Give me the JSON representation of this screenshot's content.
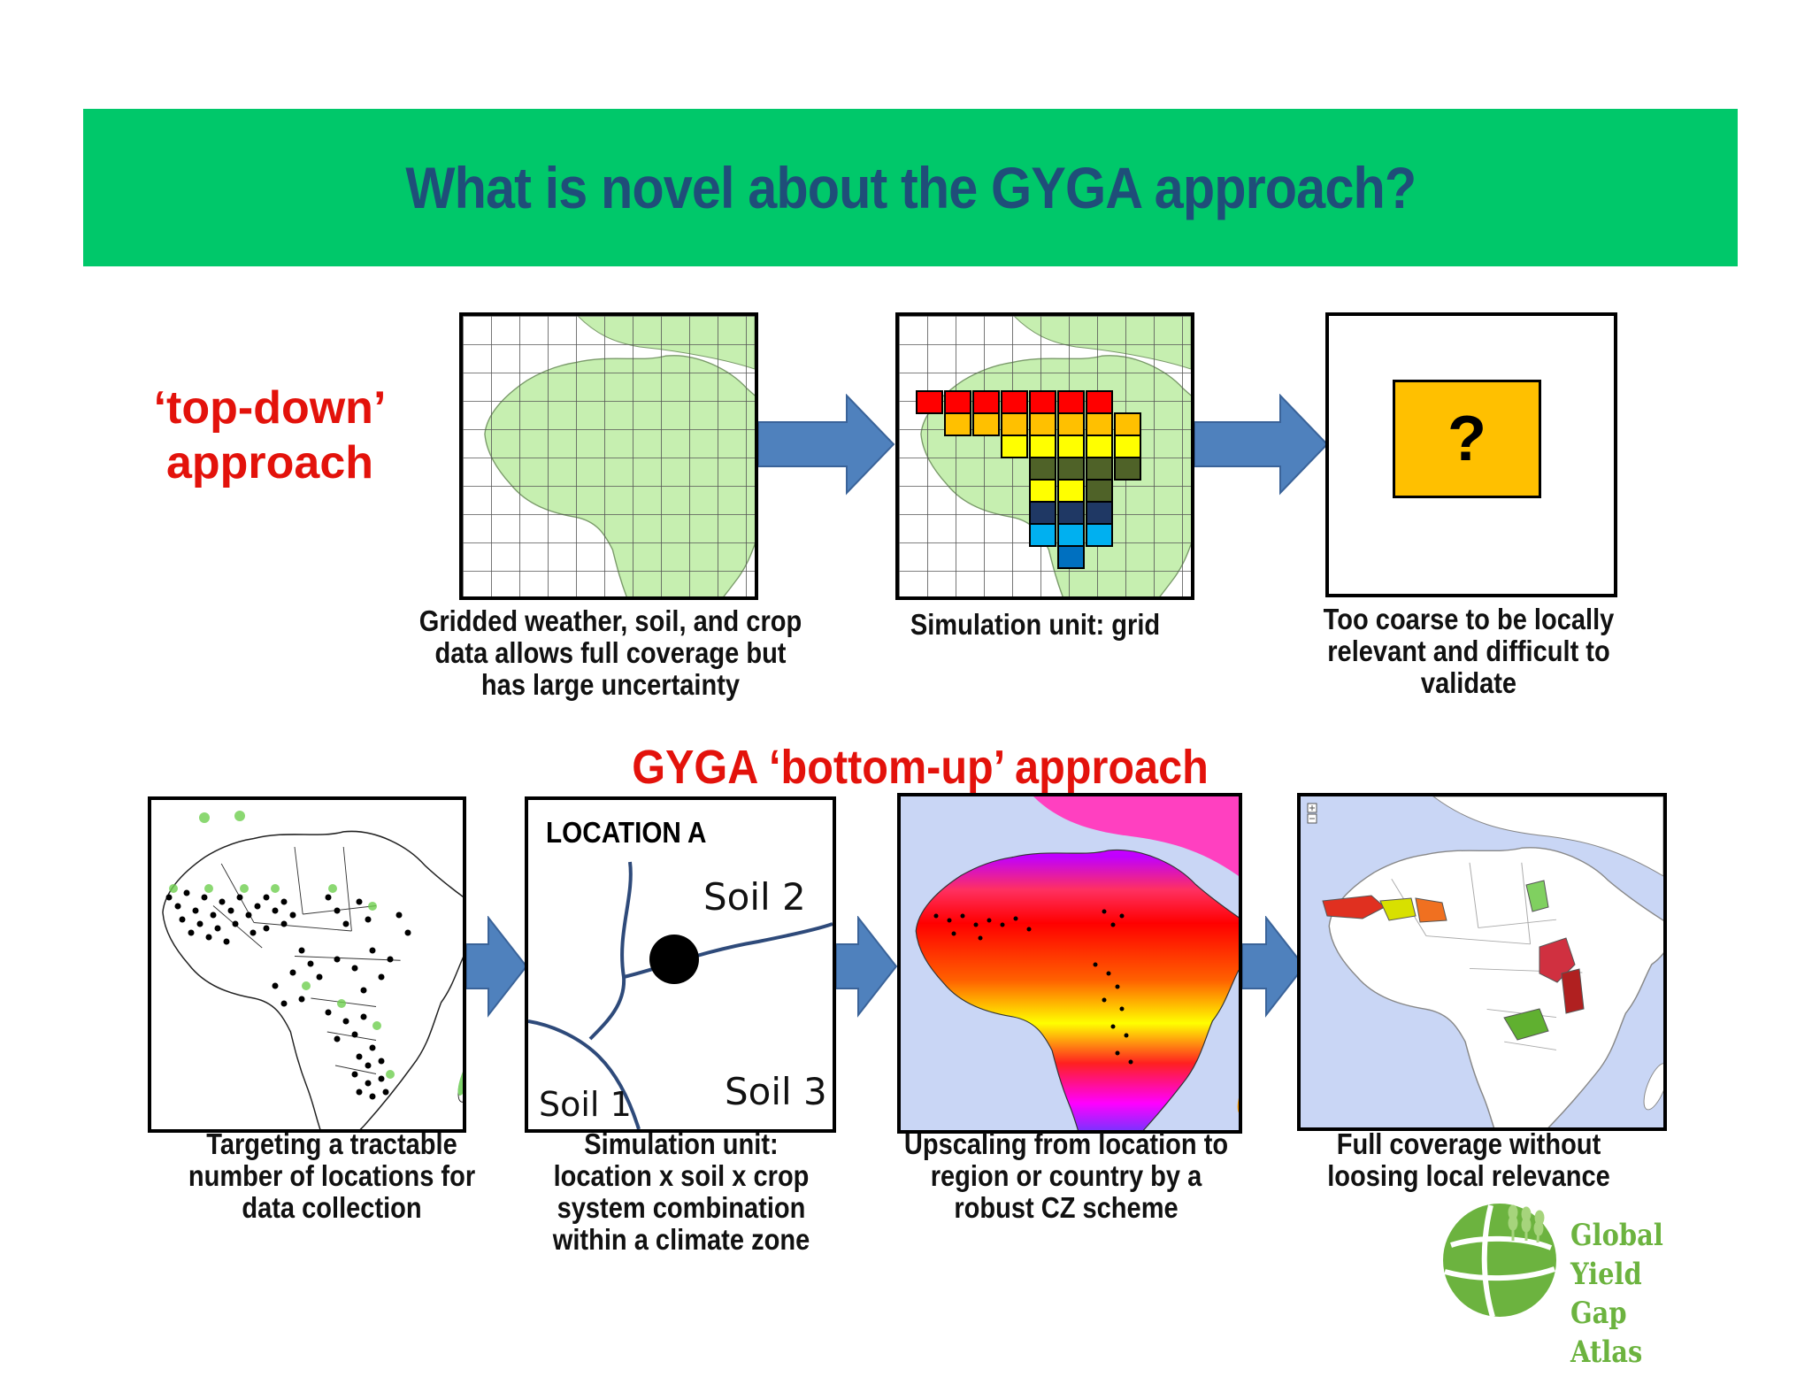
{
  "title": "What is novel about the GYGA approach?",
  "top_down": {
    "label_line1": "‘top-down’",
    "label_line2": "approach",
    "captions": {
      "gridded": [
        "Gridded weather, soil, and crop",
        "data allows full coverage but",
        "has large uncertainty"
      ],
      "simulation": "Simulation unit: grid",
      "coarse": [
        "Too coarse to be locally",
        "relevant and difficult to",
        "validate"
      ]
    },
    "question_mark": "?"
  },
  "bottom_up": {
    "heading": "GYGA ‘bottom-up’ approach",
    "location_title": "LOCATION A",
    "soils": {
      "soil1": "Soil 1",
      "soil2": "Soil 2",
      "soil3": "Soil 3"
    },
    "captions": {
      "targeting": [
        "Targeting a tractable",
        "number of locations for",
        "data collection"
      ],
      "simulation": [
        "Simulation unit:",
        "location x soil x crop",
        "system combination",
        "within a climate zone"
      ],
      "upscaling": [
        "Upscaling from location to",
        "region  or country by a",
        "robust CZ scheme"
      ],
      "coverage": [
        "Full coverage without",
        "loosing local relevance"
      ]
    }
  },
  "logo": {
    "line1": "Global Yield",
    "line2": "Gap Atlas"
  },
  "colors": {
    "banner": "#00c86a",
    "title": "#1f4e79",
    "accent_red": "#e3120b",
    "arrow": "#4f81bd",
    "land": "#c6efb0",
    "question_box": "#ffc000",
    "logo_green": "#6cb33f"
  },
  "icons": [
    "arrow-right-icon",
    "question-icon",
    "wheat-globe-logo-icon",
    "zoom-in-icon",
    "zoom-out-icon"
  ]
}
